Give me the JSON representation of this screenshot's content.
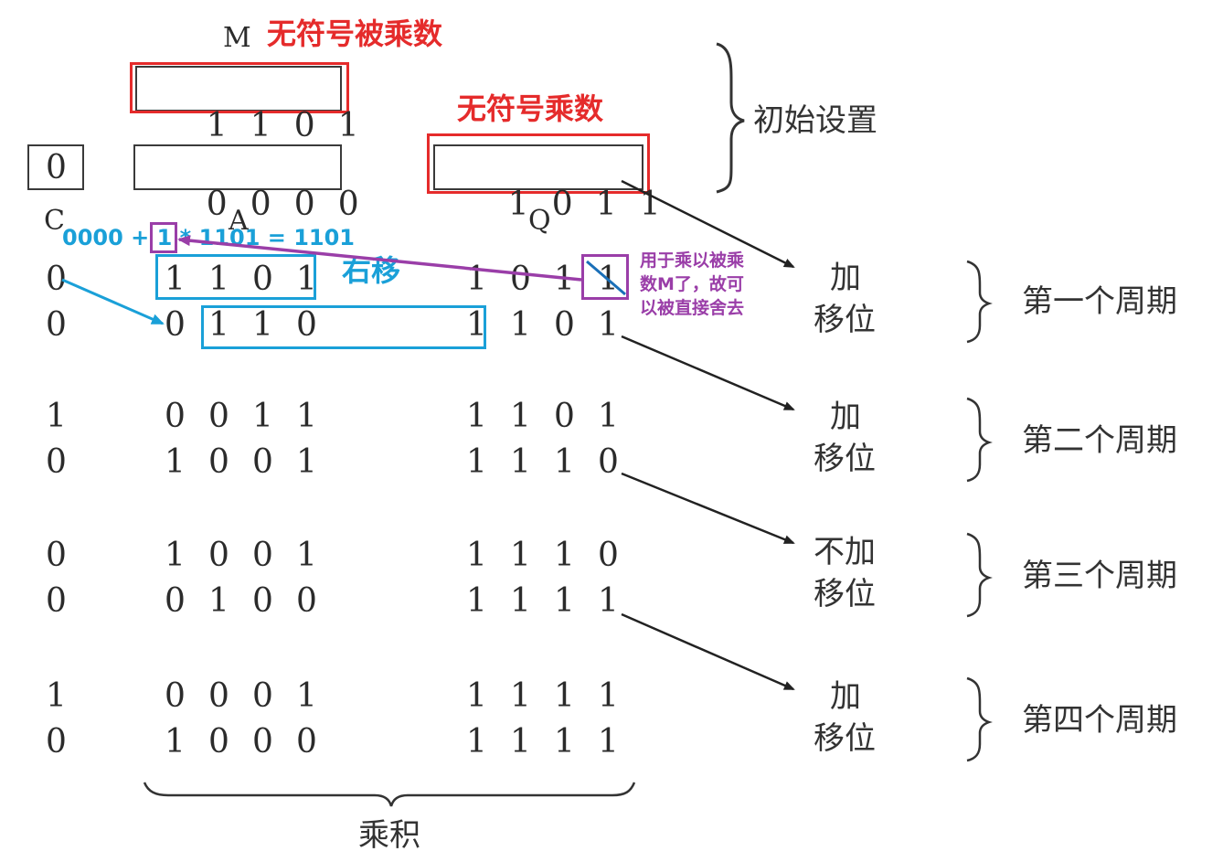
{
  "registers": {
    "M_label": "M",
    "M_value": [
      "1",
      "1",
      "0",
      "1"
    ],
    "C_init": "0",
    "A_init": [
      "0",
      "0",
      "0",
      "0"
    ],
    "Q_init": [
      "1",
      "0",
      "1",
      "1"
    ],
    "C_label": "C",
    "A_label": "A",
    "Q_label": "Q"
  },
  "annotations": {
    "multiplicand": "无符号被乘数",
    "multiplier": "无符号乘数",
    "equation_prefix": "0000 + ",
    "equation_bit": "1",
    "equation_suffix": " * 1101 = 1101",
    "shift_right": "右移",
    "discard_line1": "用于乘以被乘",
    "discard_line2": "数M了，故可",
    "discard_line3": "以被直接舍去"
  },
  "rows": [
    {
      "C": "0",
      "A": [
        "1",
        "1",
        "0",
        "1"
      ],
      "Q": [
        "1",
        "0",
        "1",
        "1"
      ]
    },
    {
      "C": "0",
      "A": [
        "0",
        "1",
        "1",
        "0"
      ],
      "Q": [
        "1",
        "1",
        "0",
        "1"
      ]
    },
    {
      "C": "1",
      "A": [
        "0",
        "0",
        "1",
        "1"
      ],
      "Q": [
        "1",
        "1",
        "0",
        "1"
      ]
    },
    {
      "C": "0",
      "A": [
        "1",
        "0",
        "0",
        "1"
      ],
      "Q": [
        "1",
        "1",
        "1",
        "0"
      ]
    },
    {
      "C": "0",
      "A": [
        "1",
        "0",
        "0",
        "1"
      ],
      "Q": [
        "1",
        "1",
        "1",
        "0"
      ]
    },
    {
      "C": "0",
      "A": [
        "0",
        "1",
        "0",
        "0"
      ],
      "Q": [
        "1",
        "1",
        "1",
        "1"
      ]
    },
    {
      "C": "1",
      "A": [
        "0",
        "0",
        "0",
        "1"
      ],
      "Q": [
        "1",
        "1",
        "1",
        "1"
      ]
    },
    {
      "C": "0",
      "A": [
        "1",
        "0",
        "0",
        "0"
      ],
      "Q": [
        "1",
        "1",
        "1",
        "1"
      ]
    }
  ],
  "steps": [
    {
      "op1": "加",
      "op2": "移位",
      "cycle": "第一个周期"
    },
    {
      "op1": "加",
      "op2": "移位",
      "cycle": "第二个周期"
    },
    {
      "op1": "不加",
      "op2": "移位",
      "cycle": "第三个周期"
    },
    {
      "op1": "加",
      "op2": "移位",
      "cycle": "第四个周期"
    }
  ],
  "labels": {
    "init": "初始设置",
    "product": "乘积"
  },
  "colors": {
    "red": "#e52b2b",
    "blue": "#1aa0d8",
    "purple": "#9a3ea8",
    "ink": "#2b2b2b"
  }
}
